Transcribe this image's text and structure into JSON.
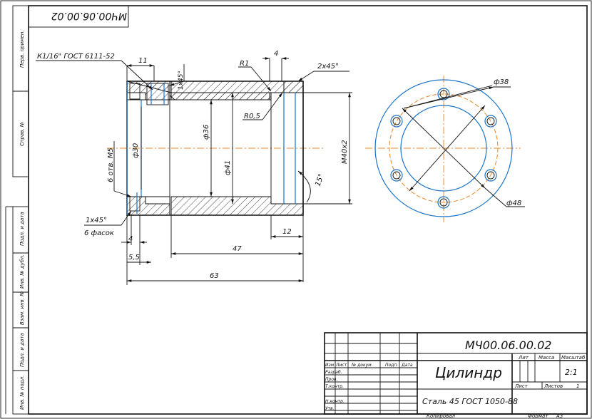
{
  "drawing": {
    "rotated_designation": "МЧ00.06.00.02",
    "callouts": {
      "thread_standard": "К1/16\" ГОСТ 6111-52",
      "radius_outer": "R1",
      "radius_inner": "R0,5",
      "chamfer_right": "2х45°",
      "chamfer_top": "1х45°",
      "holes": "6 отв. М5",
      "chamfer_bottom": "1х45°",
      "chamfer_count": "6 фасок",
      "angle": "15°"
    },
    "dimensions": {
      "d11": "11",
      "d4_top": "4",
      "d36": "ф36",
      "d41": "ф41",
      "d30": "ф30",
      "thread": "М40х2",
      "d12": "12",
      "d47": "47",
      "d63": "63",
      "d4_bottom": "4",
      "d5_5": "5,5",
      "d38": "ф38",
      "d48": "ф48"
    }
  },
  "side_labels": [
    "Перв. примен.",
    "Справ. №",
    "Подп. и дата",
    "Инв. № дубл.",
    "Взам. инв. №",
    "Подп. и дата",
    "Инв. № подл."
  ],
  "title_block": {
    "designation": "МЧ00.06.00.02",
    "part_name": "Цилиндр",
    "material": "Сталь 45  ГОСТ 1050-88",
    "headers": {
      "lit": "Лит",
      "mass": "Масса",
      "scale": "Масштаб"
    },
    "scale_value": "2:1",
    "sheet_label": "Лист",
    "sheets_label": "Листов",
    "sheets_value": "1",
    "row_labels": [
      "Изм",
      "Лист",
      "№ докум.",
      "Подп.",
      "Дата"
    ],
    "role_labels": [
      "Разраб.",
      "Пров.",
      "Т.контр.",
      "Н.контр.",
      "Утв."
    ]
  },
  "footer": {
    "copied": "Копировал",
    "format_label": "Формат",
    "format_value": "А3"
  }
}
